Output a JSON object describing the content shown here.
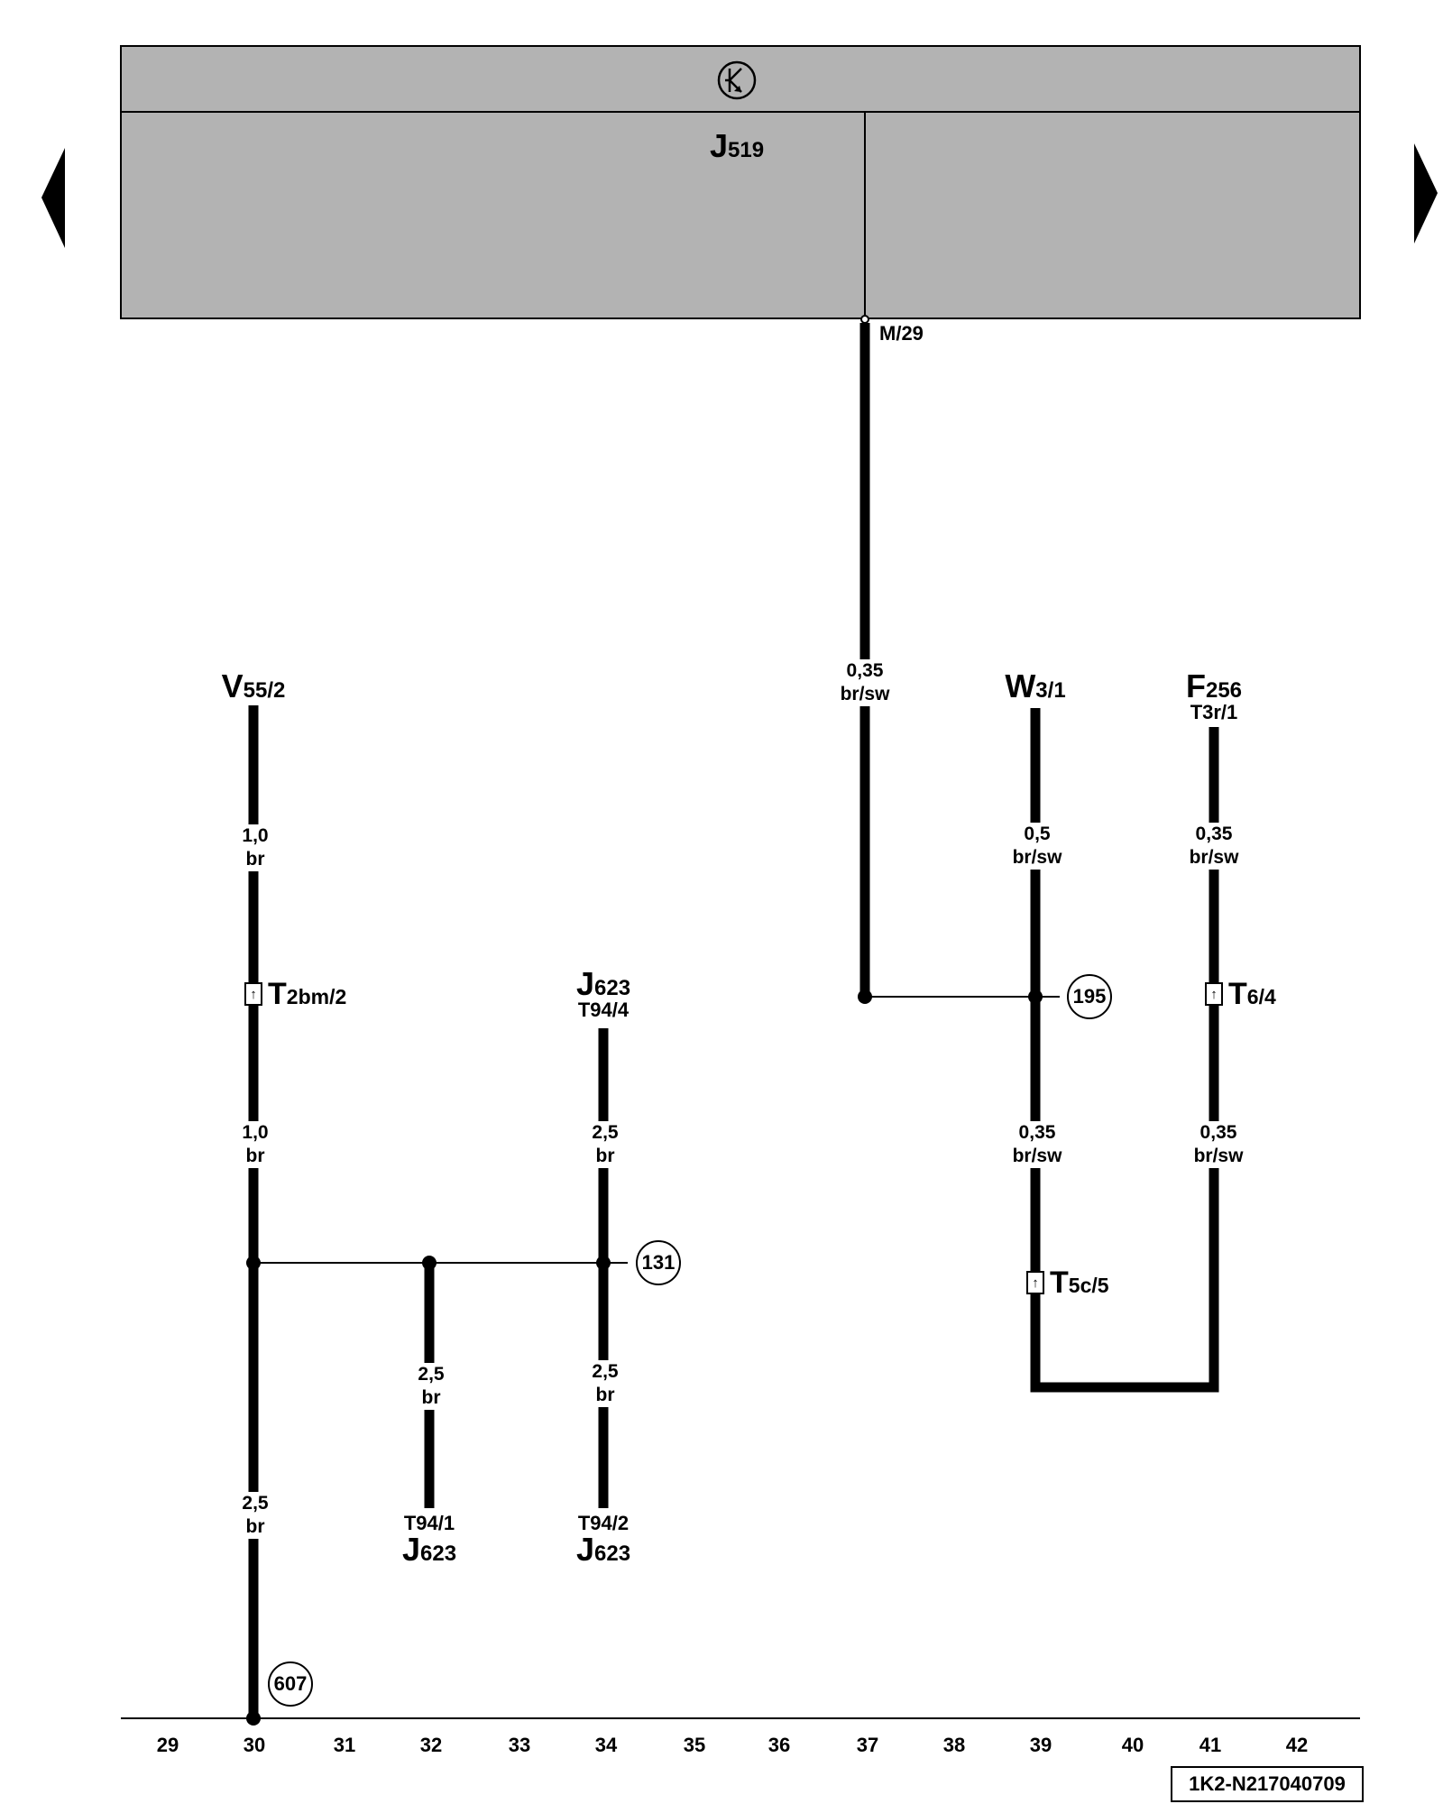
{
  "nav": {
    "prev_icon": "triangle-left-icon",
    "next_icon": "triangle-right-icon"
  },
  "module": {
    "symbol_icon": "transistor-icon",
    "name": "J",
    "sub": "519",
    "pin": "M/29"
  },
  "components": {
    "v55": {
      "name": "V",
      "sub": "55/2"
    },
    "w3": {
      "name": "W",
      "sub": "3/1"
    },
    "f256": {
      "name": "F",
      "sub": "256",
      "pin": "T3r/1"
    },
    "j623_top": {
      "name": "J",
      "sub": "623",
      "pin": "T94/4"
    },
    "j623_b1": {
      "name": "J",
      "sub": "623",
      "pin": "T94/1"
    },
    "j623_b2": {
      "name": "J",
      "sub": "623",
      "pin": "T94/2"
    }
  },
  "wires": {
    "j519_down": {
      "size": "0,35",
      "color": "br/sw"
    },
    "v55_top": {
      "size": "1,0",
      "color": "br"
    },
    "v55_mid": {
      "size": "1,0",
      "color": "br"
    },
    "v55_bottom": {
      "size": "2,5",
      "color": "br"
    },
    "c32": {
      "size": "2,5",
      "color": "br"
    },
    "c34_top": {
      "size": "2,5",
      "color": "br"
    },
    "c34_bottom": {
      "size": "2,5",
      "color": "br"
    },
    "w3_top": {
      "size": "0,5",
      "color": "br/sw"
    },
    "w3_bottom": {
      "size": "0,35",
      "color": "br/sw"
    },
    "f256_top": {
      "size": "0,35",
      "color": "br/sw"
    },
    "f256_bottom": {
      "size": "0,35",
      "color": "br/sw"
    }
  },
  "connectors": {
    "t2bm": {
      "name": "T",
      "sub": "2bm/2"
    },
    "t6": {
      "name": "T",
      "sub": "6/4"
    },
    "t5c": {
      "name": "T",
      "sub": "5c/5"
    }
  },
  "refs": {
    "r195": "195",
    "r131": "131",
    "r607": "607"
  },
  "tracks": [
    "29",
    "30",
    "31",
    "32",
    "33",
    "34",
    "35",
    "36",
    "37",
    "38",
    "39",
    "40",
    "41",
    "42"
  ],
  "doc_id": "1K2-N217040709",
  "colors": {
    "module_fill": "#b3b3b3",
    "wire": "#000000",
    "background": "#ffffff"
  }
}
